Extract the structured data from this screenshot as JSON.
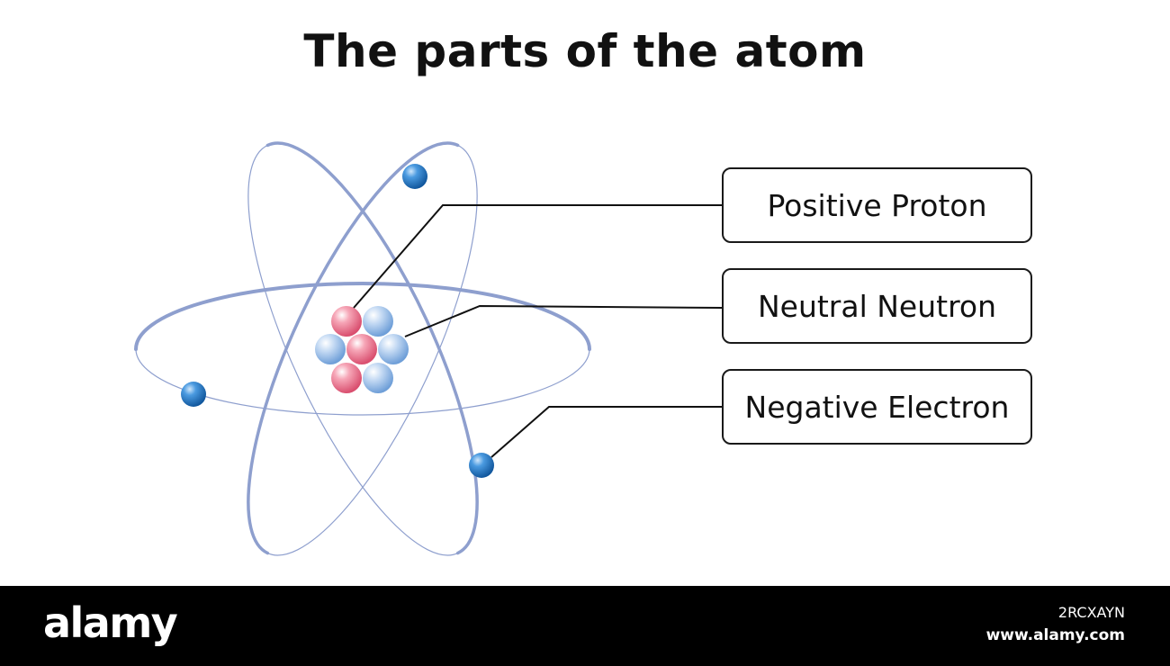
{
  "title": "The parts of the atom",
  "labels": {
    "proton": "Positive Proton",
    "neutron": "Neutral Neutron",
    "electron": "Negative Electron"
  },
  "colors": {
    "orbit": "#8e9fce",
    "proton": "#e8708a",
    "neutron": "#9cc0ea",
    "electron": "#2f7fc4",
    "leader_line": "#111111",
    "footer_background": "#000000"
  },
  "footer": {
    "logo": "alamy",
    "image_id": "2RCXAYN",
    "url": "www.alamy.com"
  }
}
